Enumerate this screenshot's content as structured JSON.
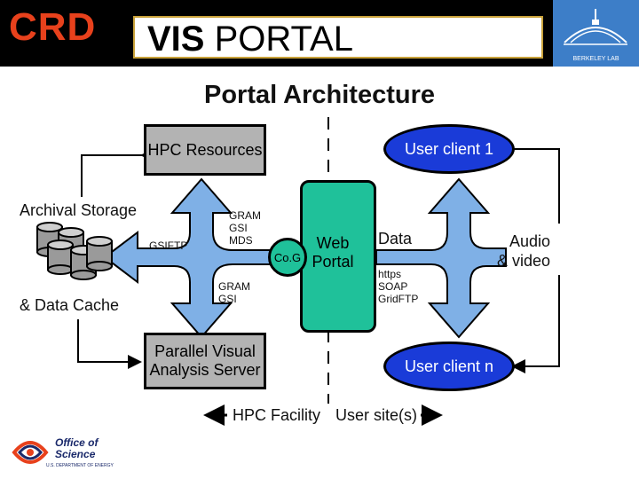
{
  "header": {
    "org": "CRD",
    "banner_bold": "VIS",
    "banner_rest": " PORTAL",
    "lab_logo_text": "BERKELEY LAB"
  },
  "title": "Portal Architecture",
  "nodes": {
    "hpc_resources": "HPC Resources",
    "user_client_1": "User client 1",
    "user_client_n": "User client n",
    "parallel_server": "Parallel Visual Analysis Server",
    "web_portal": "Web Portal",
    "cog": "Co.G"
  },
  "labels": {
    "archival_storage": "Archival Storage",
    "data_cache": "& Data Cache",
    "gsiftp": "GSIFTP",
    "gram_top": [
      "GRAM",
      "GSI",
      "MDS"
    ],
    "gram_bottom": [
      "GRAM",
      "GSI"
    ],
    "data": "Data",
    "protocols": [
      "https",
      "SOAP",
      "GridFTP"
    ],
    "audio_video": [
      "Audio",
      "& video"
    ],
    "hpc_facility": "HPC Facility",
    "user_sites": "User site(s)"
  },
  "footer": {
    "office_line1": "Office of",
    "office_line2": "Science",
    "doe": "U.S. DEPARTMENT OF ENERGY"
  },
  "colors": {
    "crd": "#e8411c",
    "arrow": "#7fb0e6",
    "ellipse": "#1a3bd8",
    "portal": "#1fc19a",
    "box": "#b3b3b3"
  }
}
